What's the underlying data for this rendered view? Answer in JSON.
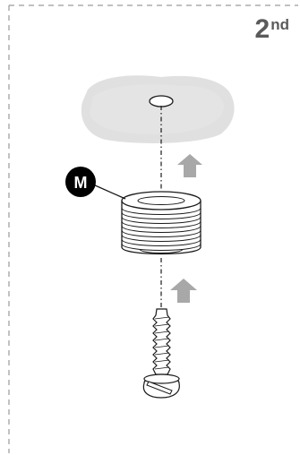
{
  "step": {
    "number": "2",
    "suffix": "nd"
  },
  "part": {
    "letter": "M",
    "name": "threaded-spacer"
  },
  "colors": {
    "frame_border": "#9a9a9a",
    "step_text": "#5a5a5a",
    "ceiling_surface": "#d9d9d9",
    "arrow": "#a8a8a8",
    "outline": "#1a1a1a",
    "callout_fill": "#000000"
  },
  "icons": {
    "up_arrow": "arrow-up-icon"
  }
}
